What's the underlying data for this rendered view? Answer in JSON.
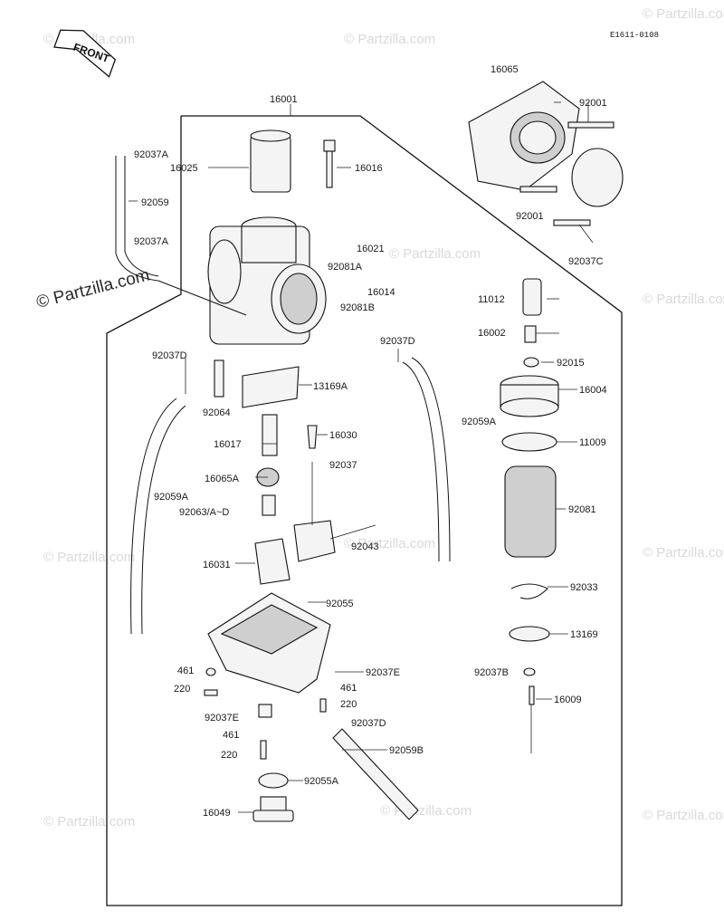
{
  "diagram_id": "E1611-0108",
  "front_label": "FRONT",
  "watermark": "© Partzilla.com",
  "parts": [
    {
      "ref": "16001",
      "label": "16001"
    },
    {
      "ref": "16025",
      "label": "16025"
    },
    {
      "ref": "16016",
      "label": "16016"
    },
    {
      "ref": "92037A",
      "label": "92037A"
    },
    {
      "ref": "92059",
      "label": "92059"
    },
    {
      "ref": "92037A-2",
      "label": "92037A"
    },
    {
      "ref": "16021",
      "label": "16021"
    },
    {
      "ref": "92081A",
      "label": "92081A"
    },
    {
      "ref": "16014",
      "label": "16014"
    },
    {
      "ref": "92081B",
      "label": "92081B"
    },
    {
      "ref": "16065",
      "label": "16065"
    },
    {
      "ref": "92001",
      "label": "92001"
    },
    {
      "ref": "92001-2",
      "label": "92001"
    },
    {
      "ref": "92037C",
      "label": "92037C"
    },
    {
      "ref": "11012",
      "label": "11012"
    },
    {
      "ref": "16002",
      "label": "16002"
    },
    {
      "ref": "92015",
      "label": "92015"
    },
    {
      "ref": "16004",
      "label": "16004"
    },
    {
      "ref": "11009",
      "label": "11009"
    },
    {
      "ref": "92081",
      "label": "92081"
    },
    {
      "ref": "92033",
      "label": "92033"
    },
    {
      "ref": "13169",
      "label": "13169"
    },
    {
      "ref": "92037B",
      "label": "92037B"
    },
    {
      "ref": "16009",
      "label": "16009"
    },
    {
      "ref": "92037D",
      "label": "92037D"
    },
    {
      "ref": "92037D-2",
      "label": "92037D"
    },
    {
      "ref": "92064",
      "label": "92064"
    },
    {
      "ref": "13169A",
      "label": "13169A"
    },
    {
      "ref": "16017",
      "label": "16017"
    },
    {
      "ref": "16030",
      "label": "16030"
    },
    {
      "ref": "92037",
      "label": "92037"
    },
    {
      "ref": "16065A",
      "label": "16065A"
    },
    {
      "ref": "92059A",
      "label": "92059A"
    },
    {
      "ref": "92059A-2",
      "label": "92059A"
    },
    {
      "ref": "92063",
      "label": "92063/A~D"
    },
    {
      "ref": "92043",
      "label": "92043"
    },
    {
      "ref": "16031",
      "label": "16031"
    },
    {
      "ref": "92055",
      "label": "92055"
    },
    {
      "ref": "461",
      "label": "461"
    },
    {
      "ref": "220",
      "label": "220"
    },
    {
      "ref": "92037E",
      "label": "92037E"
    },
    {
      "ref": "461-2",
      "label": "461"
    },
    {
      "ref": "220-2",
      "label": "220"
    },
    {
      "ref": "92037E-2",
      "label": "92037E"
    },
    {
      "ref": "92037D-3",
      "label": "92037D"
    },
    {
      "ref": "461-3",
      "label": "461"
    },
    {
      "ref": "220-3",
      "label": "220"
    },
    {
      "ref": "92059B",
      "label": "92059B"
    },
    {
      "ref": "92055A",
      "label": "92055A"
    },
    {
      "ref": "16049",
      "label": "16049"
    }
  ]
}
